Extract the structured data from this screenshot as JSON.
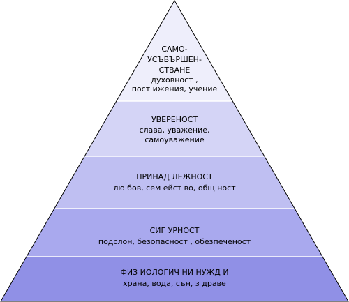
{
  "pyramid": {
    "levels": [
      {
        "title_lines": [
          "САМО-",
          "УСЪВЪРШЕН-",
          "СТВАНЕ"
        ],
        "detail_lines": [
          "духовност ,",
          "пост ижения, учение"
        ],
        "fill": "#eeeefb"
      },
      {
        "title_lines": [
          "УВЕРЕНОСТ"
        ],
        "detail_lines": [
          "слава, уважение,",
          "самоуважение"
        ],
        "fill": "#d4d4f6"
      },
      {
        "title_lines": [
          "ПРИНАД ЛЕЖНОСТ"
        ],
        "detail_lines": [
          "лю бов, сем ейст во, общ ност"
        ],
        "fill": "#bfbff2"
      },
      {
        "title_lines": [
          "СИГ УРНОСТ"
        ],
        "detail_lines": [
          "подслон, безопасност , обезпеченост"
        ],
        "fill": "#a9a9ee"
      },
      {
        "title_lines": [
          "ФИЗ ИОЛОГИЧ НИ НУЖД И"
        ],
        "detail_lines": [
          "храна, вода, сън, з драве"
        ],
        "fill": "#9090e6"
      }
    ],
    "outline_color": "#000000",
    "divider_color": "#ffffff"
  }
}
